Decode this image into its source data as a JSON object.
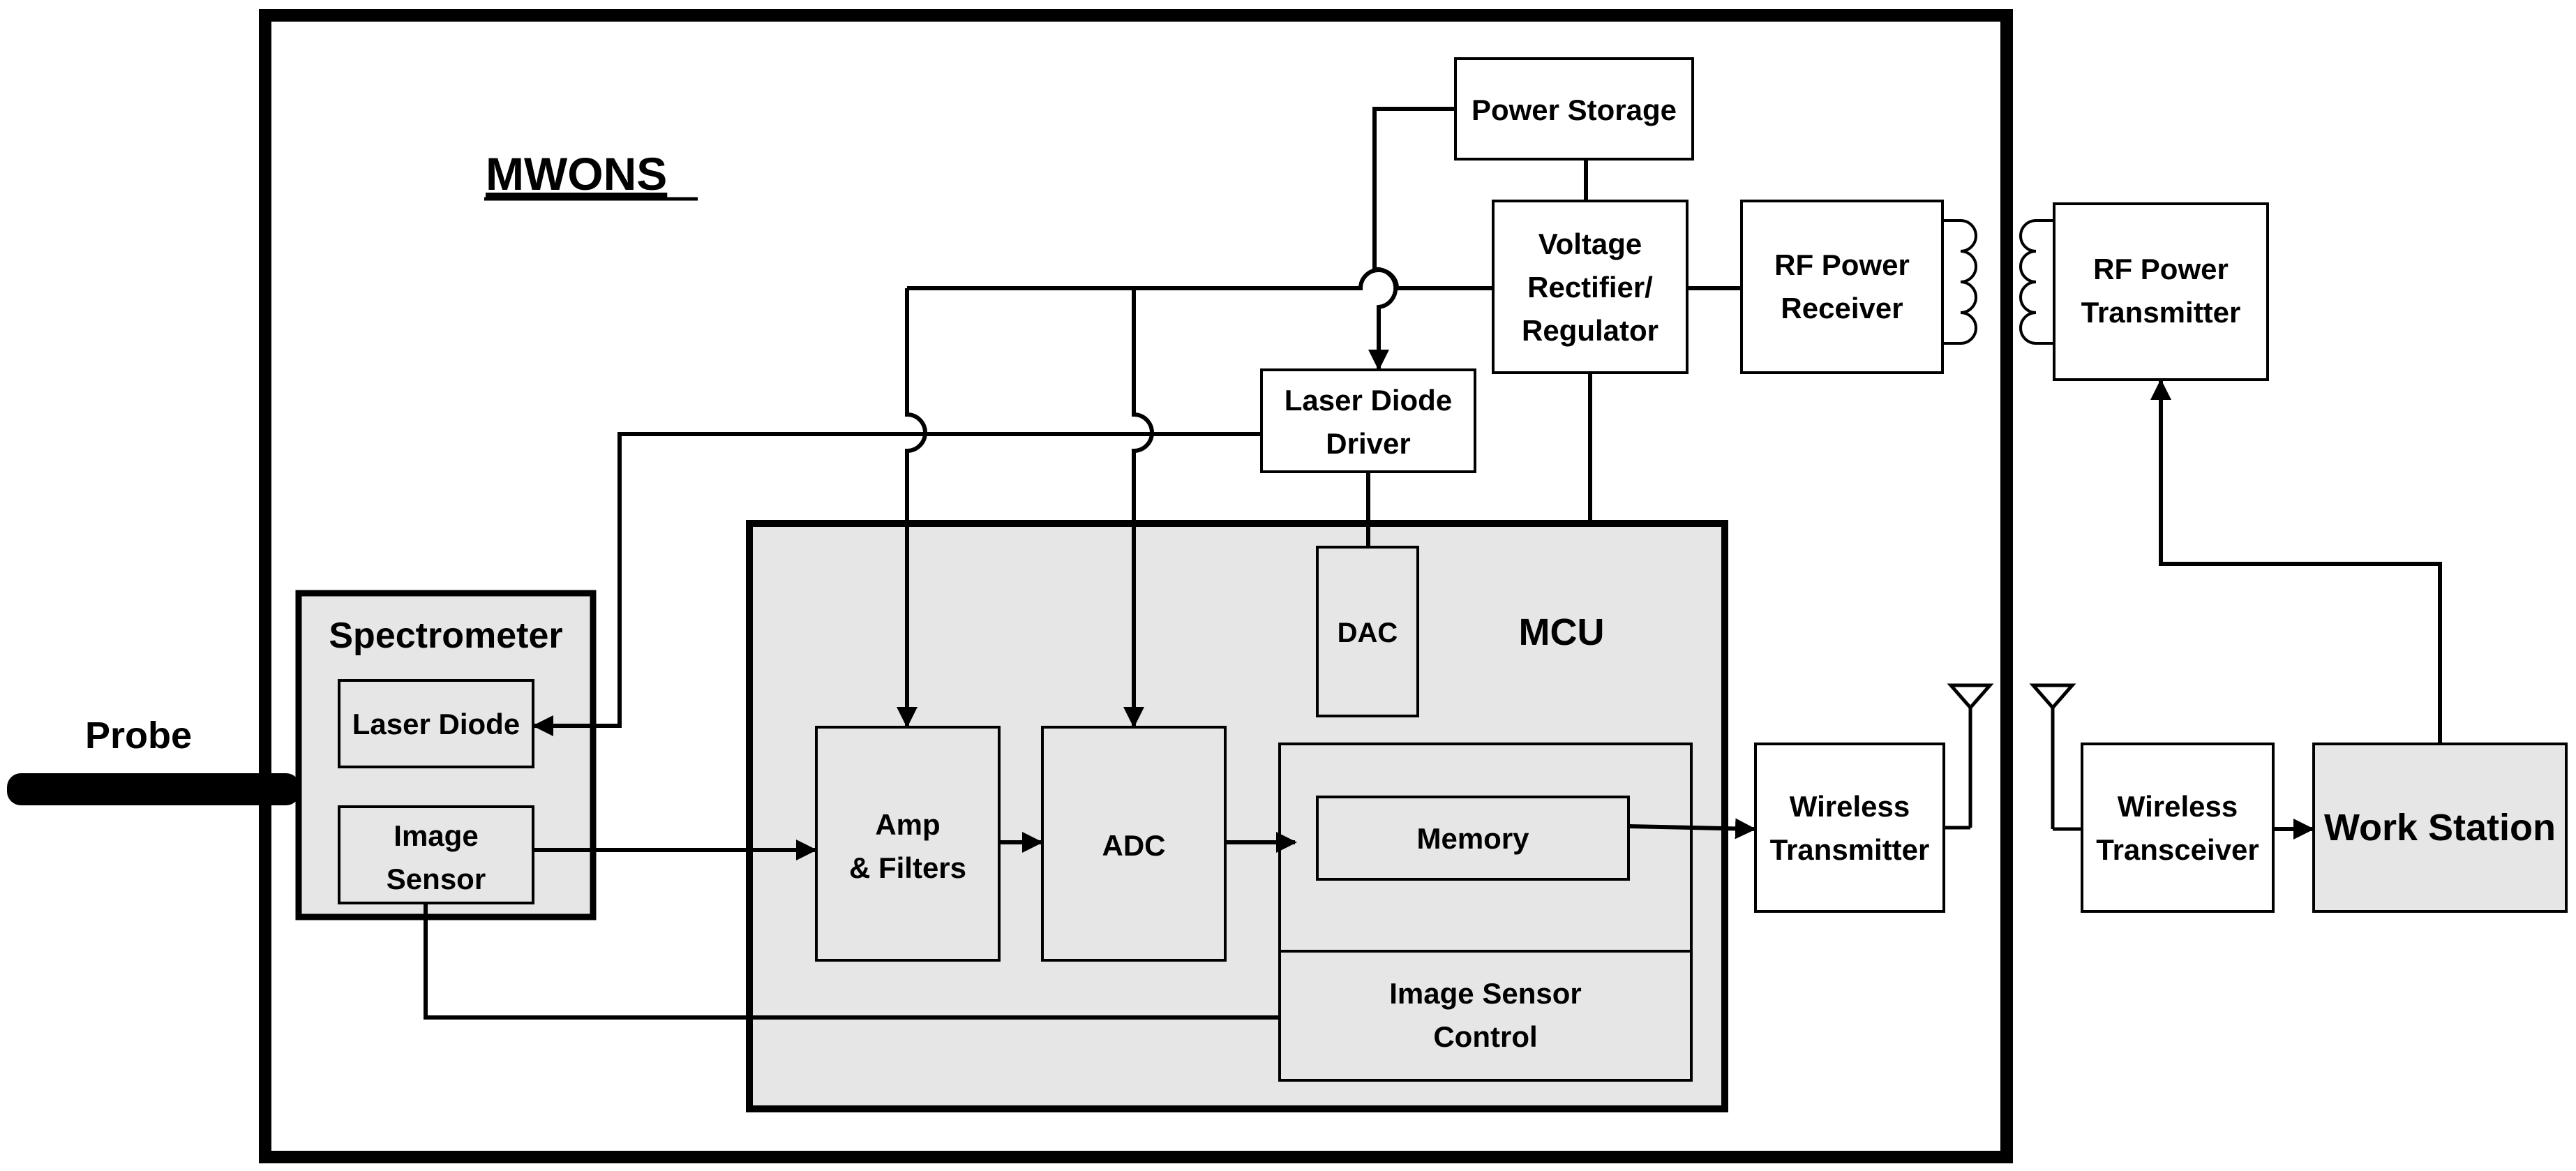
{
  "title": "MWONS",
  "probe_label": "Probe",
  "blocks": {
    "power_storage": [
      "Power Storage"
    ],
    "voltage_regulator": [
      "Voltage",
      "Rectifier/",
      "Regulator"
    ],
    "rf_power_receiver": [
      "RF Power",
      "Receiver"
    ],
    "rf_power_transmitter": [
      "RF Power",
      "Transmitter"
    ],
    "laser_diode_driver": [
      "Laser Diode",
      "Driver"
    ],
    "dac": [
      "DAC"
    ],
    "mcu": [
      "MCU"
    ],
    "spectrometer": [
      "Spectrometer"
    ],
    "laser_diode": [
      "Laser Diode"
    ],
    "image_sensor": [
      "Image",
      "Sensor"
    ],
    "amp_filters": [
      "Amp",
      "& Filters"
    ],
    "adc": [
      "ADC"
    ],
    "memory": [
      "Memory"
    ],
    "image_sensor_control": [
      "Image Sensor",
      "Control"
    ],
    "wireless_transmitter": [
      "Wireless",
      "Transmitter"
    ],
    "wireless_transceiver": [
      "Wireless",
      "Transceiver"
    ],
    "work_station": [
      "Work Station"
    ]
  },
  "colors": {
    "line": "#000000",
    "box_fill": "#ffffff",
    "shaded_fill": "#e6e6e6"
  }
}
